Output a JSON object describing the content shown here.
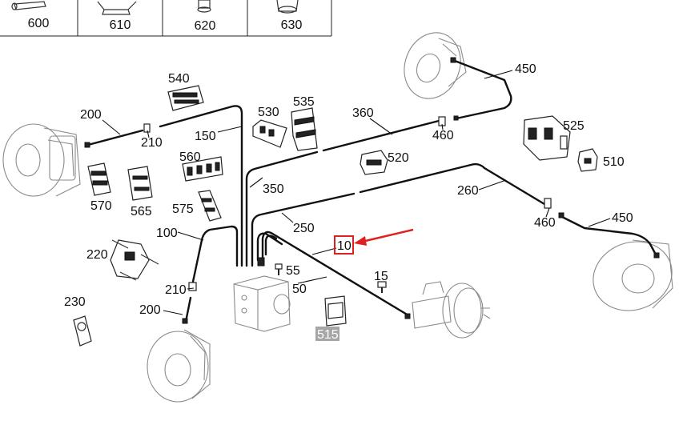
{
  "parts_table": {
    "cells": [
      "600",
      "610",
      "620",
      "630"
    ]
  },
  "callouts": {
    "c540": "540",
    "c530": "530",
    "c535": "535",
    "c360": "360",
    "c450_top": "450",
    "c200_top": "200",
    "c210_top": "210",
    "c150": "150",
    "c460_top": "460",
    "c525": "525",
    "c560": "560",
    "c520": "520",
    "c510": "510",
    "c350": "350",
    "c570": "570",
    "c565": "565",
    "c575": "575",
    "c260": "260",
    "c460_right": "460",
    "c450_right": "450",
    "c250": "250",
    "c100": "100",
    "c220": "220",
    "c10": "10",
    "c55": "55",
    "c15": "15",
    "c50": "50",
    "c210_bottom": "210",
    "c230": "230",
    "c200_bottom": "200",
    "c515": "515"
  },
  "colors": {
    "highlight": "#e02020",
    "arrow": "#e02020",
    "greyed_label_bg": "#a6a6a6"
  },
  "highlighted_part": "10",
  "greyed_part": "515"
}
